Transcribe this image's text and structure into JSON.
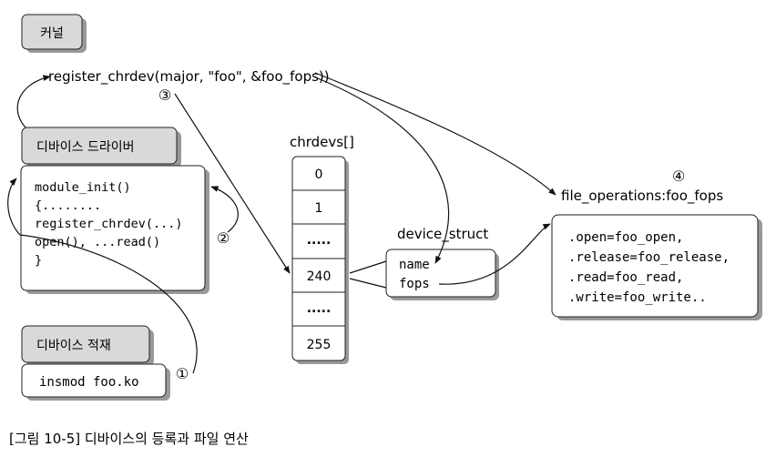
{
  "kernel": {
    "label": "커널"
  },
  "register_call": "register_chrdev(major, \"foo\", &foo_fops))",
  "driver": {
    "title": "디바이스 드라이버",
    "code": [
      "module_init()",
      "{........",
      "register_chrdev(...)",
      "open(), ...read()",
      "}"
    ]
  },
  "load": {
    "title": "디바이스 적재",
    "command": "insmod foo.ko"
  },
  "chrdevs": {
    "title": "chrdevs[]",
    "cells": [
      "0",
      "1",
      ".....",
      "240",
      ".....",
      "255"
    ]
  },
  "device_struct": {
    "title": "device_struct",
    "fields": [
      "name",
      "fops"
    ]
  },
  "fops": {
    "title": "file_operations:foo_fops",
    "lines": [
      ".open=foo_open,",
      ".release=foo_release,",
      ".read=foo_read,",
      ".write=foo_write.."
    ]
  },
  "steps": [
    "①",
    "②",
    "③",
    "④"
  ],
  "caption": "[그림 10-5] 디바이스의 등록과 파일 연산",
  "colors": {
    "tab_fill": "#d9d9d9",
    "shadow": "#999999",
    "stroke": "#222222"
  }
}
